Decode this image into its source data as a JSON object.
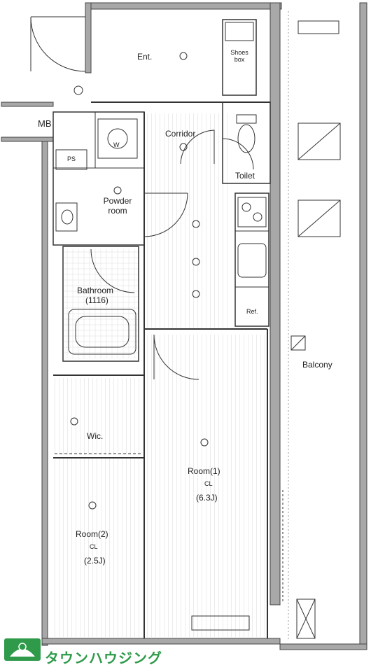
{
  "rooms": {
    "entrance": "Ent.",
    "shoes_box": [
      "Shoes",
      "box"
    ],
    "mb": "MB",
    "ps": "PS",
    "corridor": "Corridor",
    "toilet": "Toilet",
    "powder_room": [
      "Powder",
      "room"
    ],
    "bathroom": "Bathroom",
    "bathroom_size": "(1116)",
    "wic": "Wic.",
    "room1": "Room(1)",
    "room1_size": "(6.3J)",
    "room2": "Room(2)",
    "room2_size": "(2.5J)",
    "balcony": "Balcony",
    "ref": "Ref.",
    "wm": "W",
    "closet_mark": "CL"
  },
  "brand": {
    "logo_text": "タウンハウジング",
    "color": "#2e9a4a"
  },
  "colors": {
    "wall": "#9a9a9a",
    "wall_dark": "#555555",
    "line": "#333333",
    "floor_line": "#d6d6d6"
  }
}
